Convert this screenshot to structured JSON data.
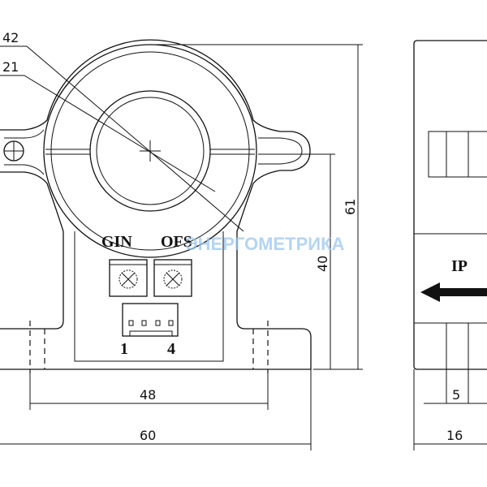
{
  "front_view": {
    "labels": {
      "gain": "GIN",
      "offset": "OFS",
      "pin_first": "1",
      "pin_last": "4"
    },
    "dimensions": {
      "outer_diameter": "42",
      "inner_diameter": "21",
      "total_height": "61",
      "center_height": "40",
      "mount_spacing": "48",
      "total_width": "60"
    }
  },
  "side_view": {
    "current_label": "IP",
    "dimensions": {
      "slot_width": "5",
      "depth": "16"
    }
  },
  "watermark": "ЭНЕРГОМЕТРИКА",
  "colors": {
    "line": "#111111",
    "watermark": "#9cc6ee"
  }
}
